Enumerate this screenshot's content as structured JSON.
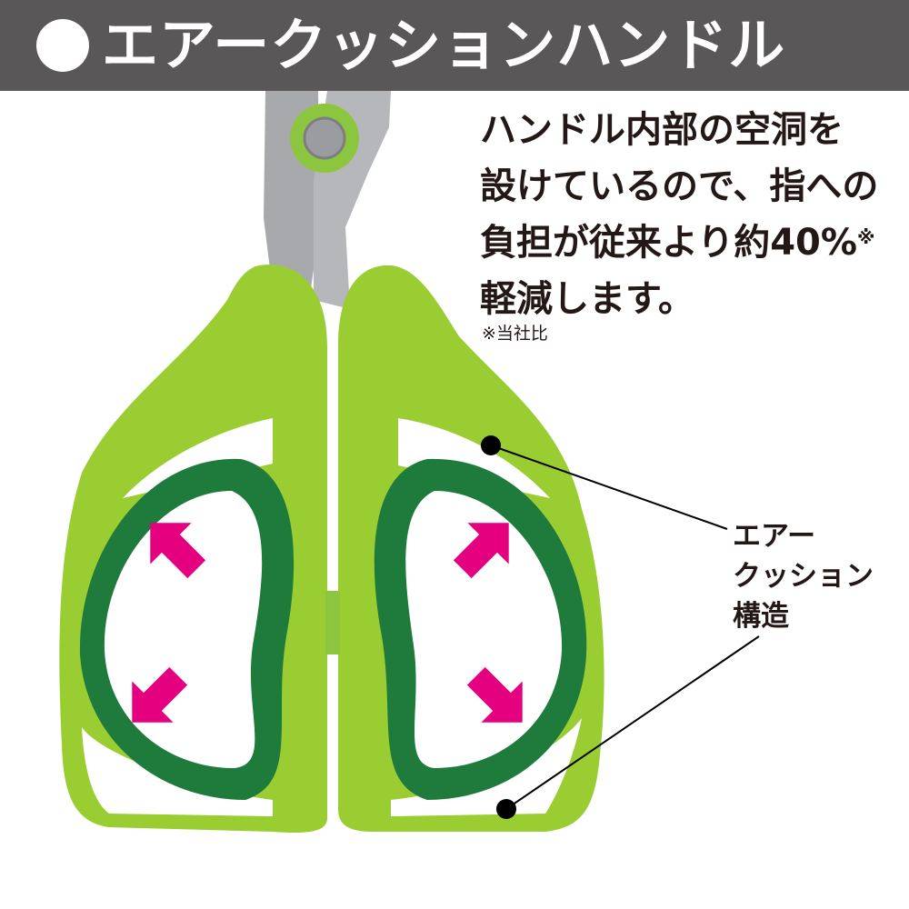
{
  "header": {
    "title": "エアークッションハンドル"
  },
  "description": {
    "lines": [
      "ハンドル内部の空洞を",
      "設けているので、指への",
      "負担が従来より約40%"
    ],
    "mark": "※",
    "last_line": "軽減します。",
    "note": "※当社比"
  },
  "callout": {
    "lines": [
      "エアー",
      "クッション",
      "構造"
    ]
  },
  "colors": {
    "header_bg": "#595757",
    "handle_light": "#9acd32",
    "handle_dark": "#1e7b3c",
    "arrow": "#e4007f",
    "blade": "#a7a9ac"
  }
}
